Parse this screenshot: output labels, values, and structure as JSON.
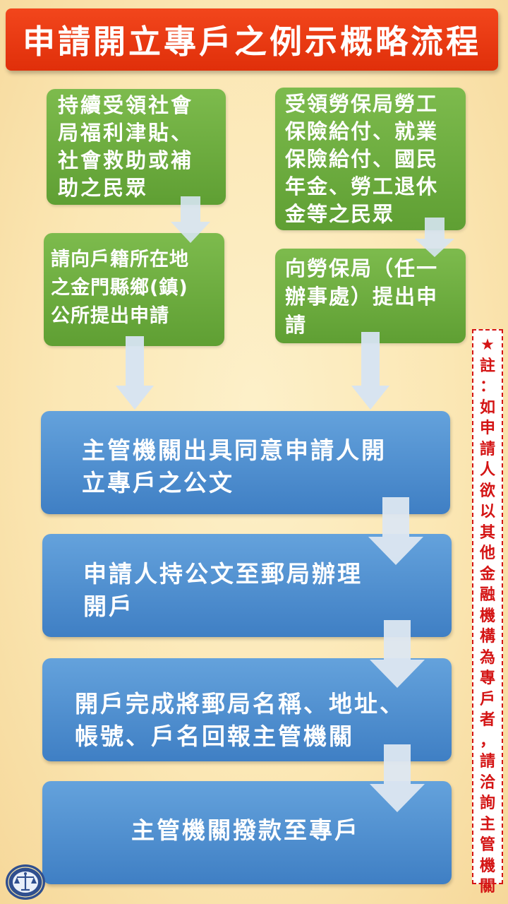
{
  "title": "申請開立專戶之例示概略流程",
  "left_col": {
    "box1": [
      "持續受領社會",
      "局福利津貼、",
      "社會救助或補",
      "助之民眾"
    ],
    "box2": [
      "請向戶籍所在地",
      "之金門縣鄉(鎮)",
      "公所提出申請"
    ]
  },
  "right_col": {
    "box1": [
      "受領勞保局勞工",
      "保險給付、就業",
      "保險給付、國民",
      "年金、勞工退休",
      "金等之民眾"
    ],
    "box2": [
      "向勞保局（任一",
      "辦事處）提出申",
      "請"
    ]
  },
  "steps": [
    [
      "主管機關出具同意申請人開",
      "立專戶之公文"
    ],
    [
      "申請人持公文至郵局辦理",
      "開戶"
    ],
    [
      "開戶完成將郵局名稱、地址、",
      "帳號、戶名回報主管機關"
    ],
    [
      "主管機關撥款至專戶"
    ]
  ],
  "note": [
    "★",
    "註",
    "：",
    "如",
    "申",
    "請",
    "人",
    "欲",
    "以",
    "其",
    "他",
    "金",
    "融",
    "機",
    "構",
    "為",
    "專",
    "戶",
    "者",
    "，",
    "請",
    "洽",
    "詢",
    "主",
    "管",
    "機",
    "關"
  ],
  "colors": {
    "title_bg": "#e83a12",
    "green": "#6aab3d",
    "blue": "#4f8fd2",
    "note": "#d41414"
  },
  "icons": {
    "logo": "scales-of-justice-icon"
  }
}
